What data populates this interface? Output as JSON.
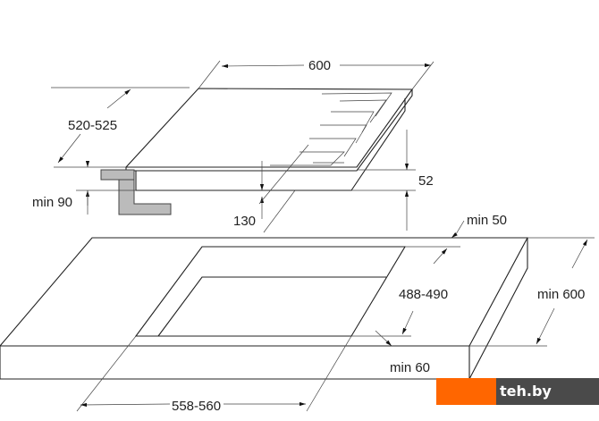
{
  "title": "Hob installation dimensions",
  "dimensions": {
    "hob_width": "600",
    "hob_depth": "520-525",
    "min_clearance_below": "min 90",
    "hob_height": "52",
    "below_depth": "130",
    "min_back": "min 50",
    "cutout_depth": "488-490",
    "worktop_depth": "min 600",
    "min_front": "min 60",
    "cutout_width": "558-560"
  },
  "logo": {
    "text": "teh.by",
    "brand_color": "#ff6600",
    "dark_color": "#4a4a4a"
  }
}
